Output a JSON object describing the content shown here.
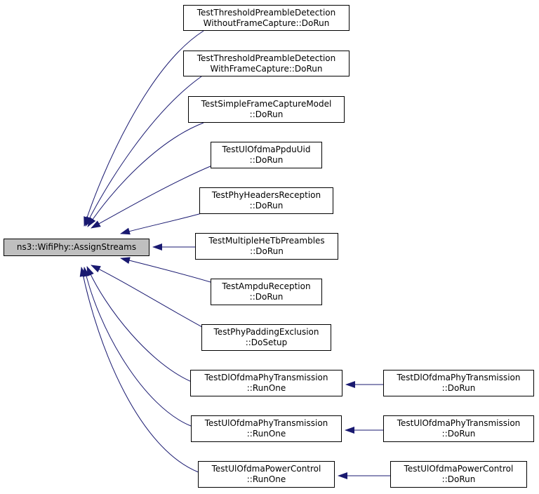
{
  "diagram": {
    "root": {
      "id": "root",
      "lines": [
        "ns3::WifiPhy::AssignStreams"
      ],
      "fill": "#bfbfbf"
    },
    "callers": [
      {
        "id": "n1",
        "lines": [
          "TestThresholdPreambleDetection",
          "WithoutFrameCapture::DoRun"
        ]
      },
      {
        "id": "n2",
        "lines": [
          "TestThresholdPreambleDetection",
          "WithFrameCapture::DoRun"
        ]
      },
      {
        "id": "n3",
        "lines": [
          "TestSimpleFrameCaptureModel",
          "::DoRun"
        ]
      },
      {
        "id": "n4",
        "lines": [
          "TestUlOfdmaPpduUid",
          "::DoRun"
        ]
      },
      {
        "id": "n5",
        "lines": [
          "TestPhyHeadersReception",
          "::DoRun"
        ]
      },
      {
        "id": "n6",
        "lines": [
          "TestMultipleHeTbPreambles",
          "::DoRun"
        ]
      },
      {
        "id": "n7",
        "lines": [
          "TestAmpduReception",
          "::DoRun"
        ]
      },
      {
        "id": "n8",
        "lines": [
          "TestPhyPaddingExclusion",
          "::DoSetup"
        ]
      },
      {
        "id": "n9",
        "lines": [
          "TestDlOfdmaPhyTransmission",
          "::RunOne"
        ]
      },
      {
        "id": "n10",
        "lines": [
          "TestUlOfdmaPhyTransmission",
          "::RunOne"
        ]
      },
      {
        "id": "n11",
        "lines": [
          "TestUlOfdmaPowerControl",
          "::RunOne"
        ]
      },
      {
        "id": "n12",
        "lines": [
          "TestDlOfdmaPhyTransmission",
          "::DoRun"
        ]
      },
      {
        "id": "n13",
        "lines": [
          "TestUlOfdmaPhyTransmission",
          "::DoRun"
        ]
      },
      {
        "id": "n14",
        "lines": [
          "TestUlOfdmaPowerControl",
          "::DoRun"
        ]
      }
    ],
    "edges": [
      {
        "from": "n1",
        "to": "root"
      },
      {
        "from": "n2",
        "to": "root"
      },
      {
        "from": "n3",
        "to": "root"
      },
      {
        "from": "n4",
        "to": "root"
      },
      {
        "from": "n5",
        "to": "root"
      },
      {
        "from": "n6",
        "to": "root"
      },
      {
        "from": "n7",
        "to": "root"
      },
      {
        "from": "n8",
        "to": "root"
      },
      {
        "from": "n9",
        "to": "root"
      },
      {
        "from": "n10",
        "to": "root"
      },
      {
        "from": "n11",
        "to": "root"
      },
      {
        "from": "n12",
        "to": "n9"
      },
      {
        "from": "n13",
        "to": "n10"
      },
      {
        "from": "n14",
        "to": "n11"
      }
    ],
    "edge_color": "#191970"
  }
}
